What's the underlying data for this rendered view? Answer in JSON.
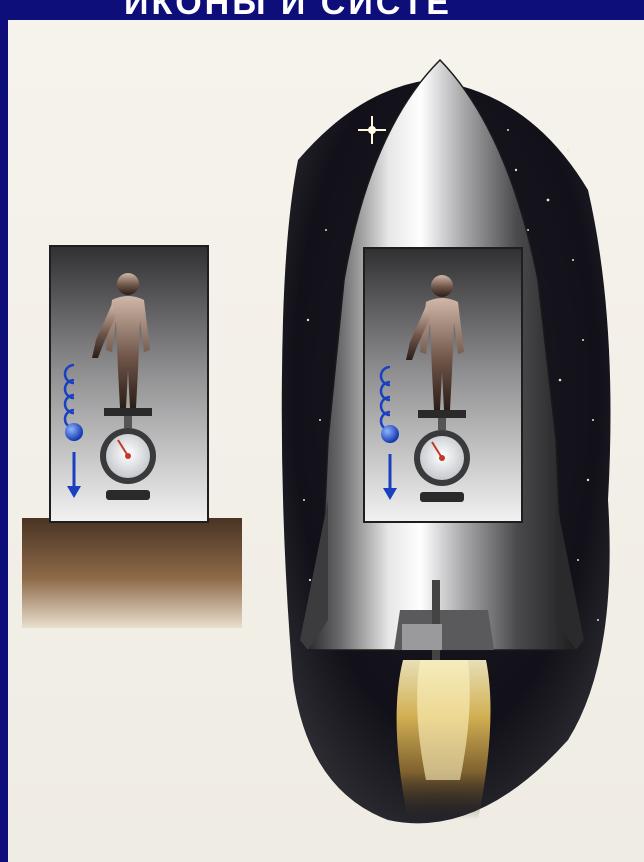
{
  "slide": {
    "title_fragment": "ИКОНЫ И СИСТЕ",
    "background_color": "#0e0e7a",
    "panel_color": "#f4f1ea"
  },
  "illustration": {
    "left_scene": {
      "icons": [
        "person-silhouette-icon",
        "falling-ball-icon",
        "down-arrow-icon",
        "scale-dial-icon"
      ],
      "ball_positions_shown": 5
    },
    "right_scene": {
      "icons": [
        "rocket-icon",
        "person-silhouette-icon",
        "falling-ball-icon",
        "down-arrow-icon",
        "scale-dial-icon",
        "exhaust-flame-icon"
      ],
      "ball_positions_shown": 5
    }
  }
}
